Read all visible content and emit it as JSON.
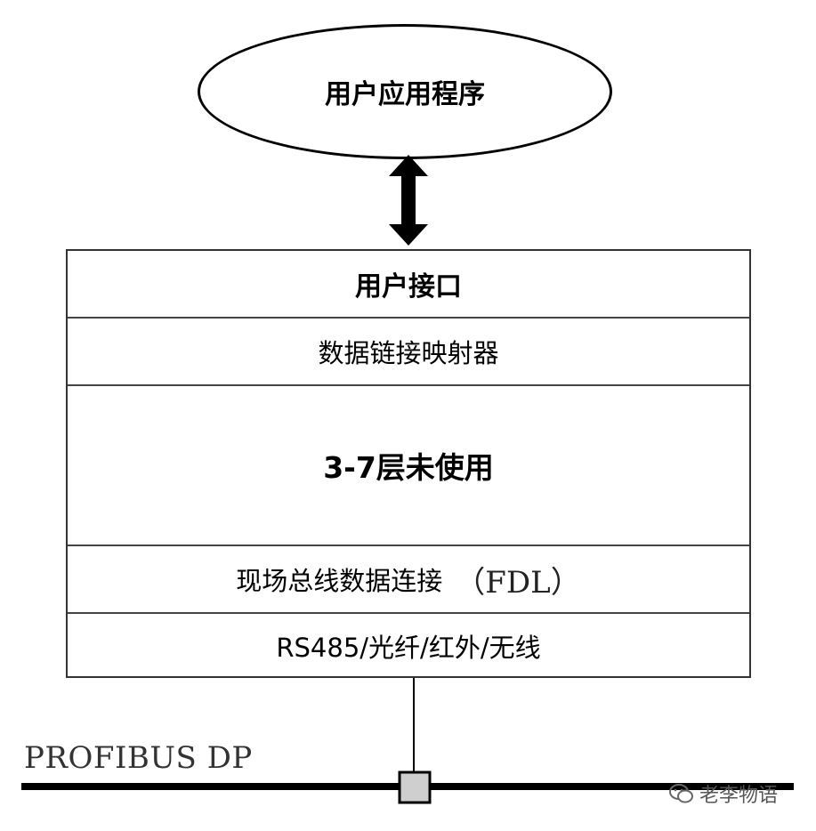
{
  "application_block": {
    "label": "用户应用程序"
  },
  "layers": [
    {
      "label": "用户接口"
    },
    {
      "label": "数据链接映射器"
    },
    {
      "label": "3-7层未使用"
    },
    {
      "label": "现场总线数据连接",
      "suffix": "（FDL）"
    },
    {
      "label": "RS485/光纤/红外/无线"
    }
  ],
  "bus": {
    "label": "PROFIBUS DP"
  },
  "watermark": {
    "text": "老李物语"
  }
}
